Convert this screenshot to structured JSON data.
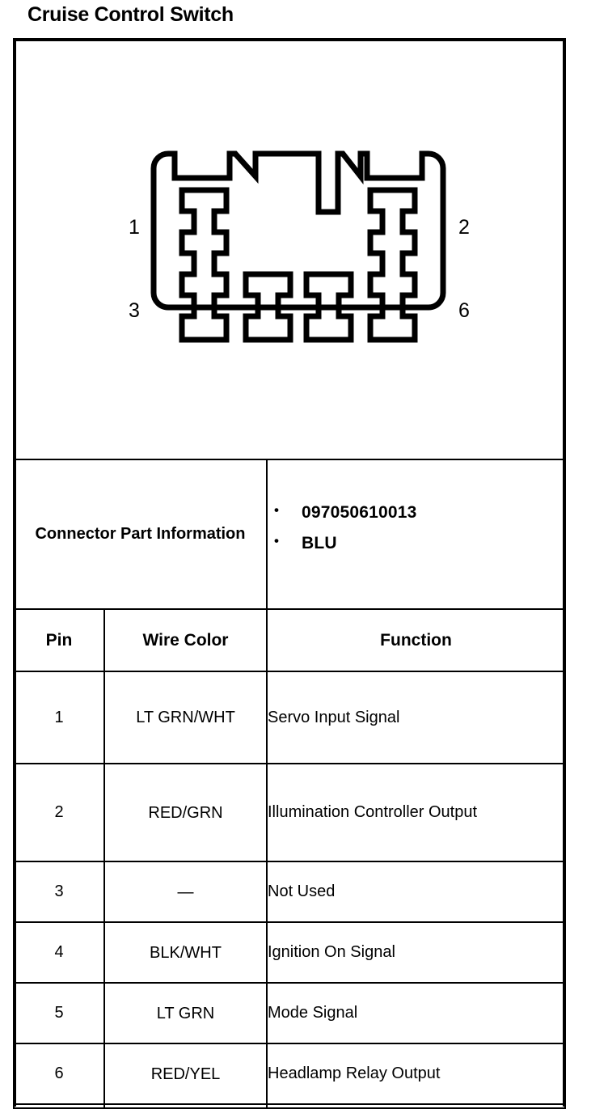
{
  "document": {
    "title": "Cruise Control Switch"
  },
  "diagram": {
    "name": "connector-face-view",
    "pin_labels": [
      {
        "id": "1",
        "position": "left-top"
      },
      {
        "id": "2",
        "position": "right-top"
      },
      {
        "id": "3",
        "position": "left-bottom"
      },
      {
        "id": "6",
        "position": "right-bottom"
      }
    ]
  },
  "connector_part_information": {
    "label": "Connector Part Information",
    "values": [
      "097050610013",
      "BLU"
    ]
  },
  "pin_table": {
    "headers": {
      "pin": "Pin",
      "wire_color": "Wire Color",
      "function": "Function"
    },
    "rows": [
      {
        "pin": "1",
        "wire_color": "LT GRN/WHT",
        "function": "Servo Input Signal"
      },
      {
        "pin": "2",
        "wire_color": "RED/GRN",
        "function": "Illumination Controller Output"
      },
      {
        "pin": "3",
        "wire_color": "—",
        "function": "Not Used"
      },
      {
        "pin": "4",
        "wire_color": "BLK/WHT",
        "function": "Ignition On Signal"
      },
      {
        "pin": "5",
        "wire_color": "LT GRN",
        "function": "Mode Signal"
      },
      {
        "pin": "6",
        "wire_color": "RED/YEL",
        "function": "Headlamp Relay Output"
      }
    ]
  },
  "colors": {
    "ink": "#000000",
    "paper": "#ffffff"
  }
}
